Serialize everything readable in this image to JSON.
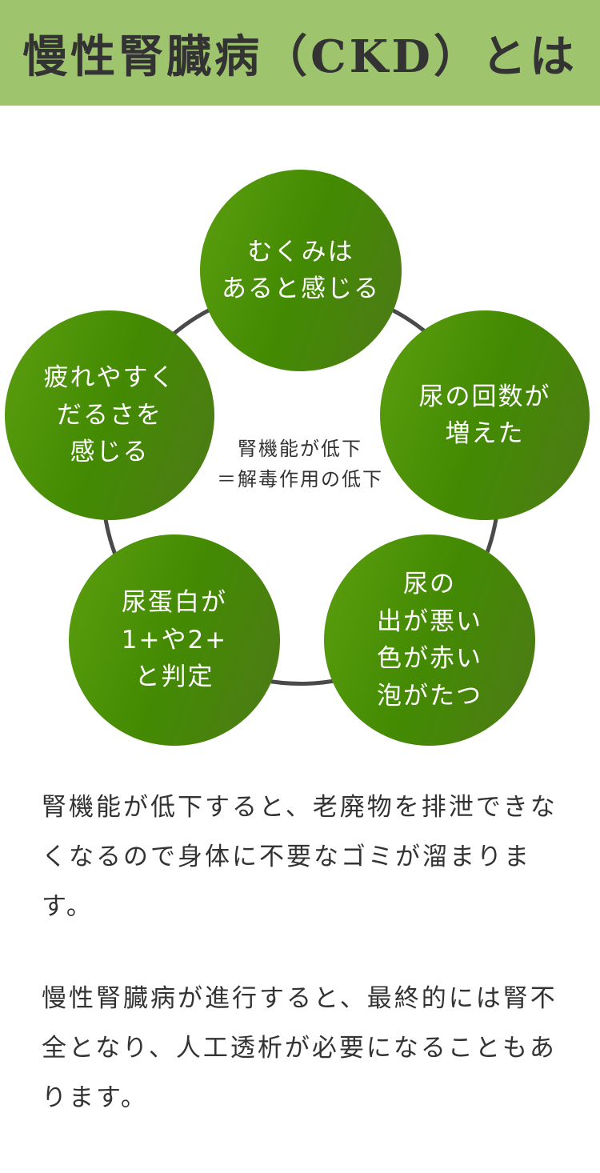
{
  "header": {
    "title": "慢性腎臓病（CKD）とは"
  },
  "diagram": {
    "center_lines": [
      "腎機能が低下",
      "＝解毒作用の低下"
    ],
    "symptoms": {
      "top": "むくみは\nあると感じる",
      "right": "尿の回数が\n増えた",
      "left": "疲れやすく\nだるさを\n感じる",
      "bottom_left": "尿蛋白が\n1+や2+\nと判定",
      "bottom_right": "尿の\n出が悪い\n色が赤い\n泡がたつ"
    },
    "colors": {
      "circle_gradient_start": "#5c9e10",
      "circle_gradient_mid": "#438a02",
      "circle_gradient_end": "#4e7a18",
      "ring": "#4a4a4a",
      "header_bg": "#9fc46e"
    }
  },
  "body": {
    "paragraph_1": "腎機能が低下すると、老廃物を排泄できなくなるので身体に不要なゴミが溜まります。",
    "paragraph_2": "慢性腎臓病が進行すると、最終的には腎不全となり、人工透析が必要になることもあります。"
  }
}
